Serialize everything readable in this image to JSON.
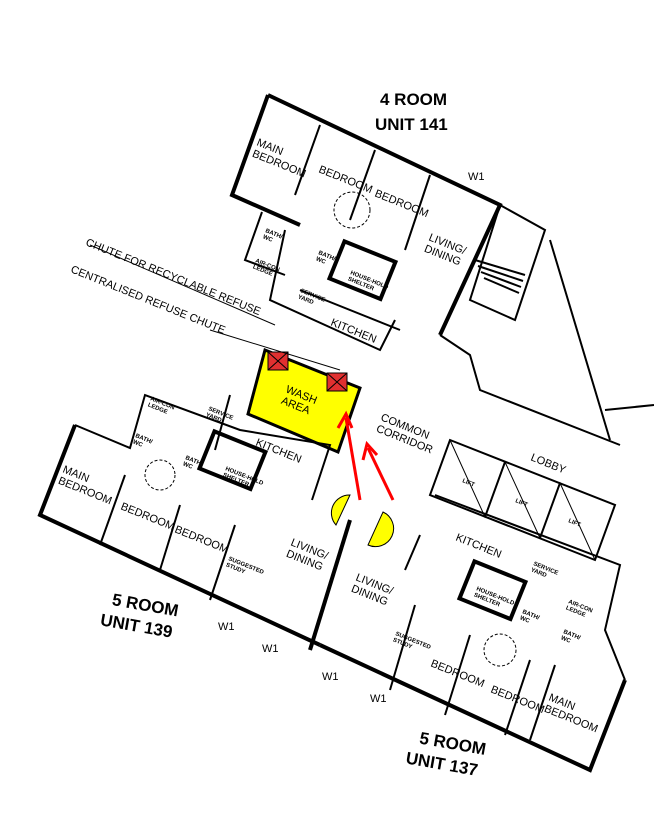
{
  "units": {
    "u141": {
      "type": "4 ROOM",
      "name": "UNIT 141"
    },
    "u139": {
      "type": "5 ROOM",
      "name": "UNIT 139"
    },
    "u137": {
      "type": "5 ROOM",
      "name": "UNIT 137"
    }
  },
  "rooms": {
    "main_bedroom": "MAIN BEDROOM",
    "bedroom": "BEDROOM",
    "living_dining": "LIVING/ DINING",
    "kitchen": "KITCHEN",
    "bath_wc": "BATH/ WC",
    "aircon_ledge": "AIR-CON LEDGE",
    "service_yard": "SERVICE YARD",
    "household_shelter": "HOUSE-HOLD SHELTER",
    "suggested_study": "SUGGESTED STUDY",
    "w1": "W1"
  },
  "common": {
    "wash_area": "WASH AREA",
    "common_corridor": "COMMON CORRIDOR",
    "lobby": "LOBBY",
    "lift": "LIFT"
  },
  "annotations": {
    "chute_recyclable": "CHUTE FOR RECYCLABLE REFUSE",
    "refuse_chute": "CENTRALISED REFUSE CHUTE"
  },
  "colors": {
    "highlight": "#ffff00",
    "arrow": "#ff0000",
    "chute": "#e03030"
  }
}
